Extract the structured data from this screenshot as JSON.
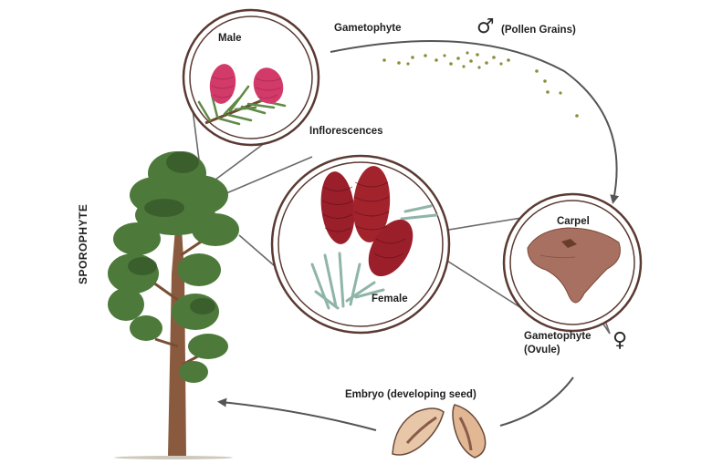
{
  "labels": {
    "male": "Male",
    "female": "Female",
    "inflorescences": "Inflorescences",
    "gametophyte_top": "Gametophyte",
    "pollen": "(Pollen Grains)",
    "carpel": "Carpel",
    "gametophyte_ovule_1": "Gametophyte",
    "gametophyte_ovule_2": "(Ovule)",
    "embryo": "Embryo (developing seed)",
    "sporophyte": "SPOROPHYTE"
  },
  "symbols": {
    "male": "♂",
    "female": "♀"
  },
  "colors": {
    "ring": "#5a3a32",
    "arrow": "#555555",
    "pollen": "#8d8d3a",
    "male_cone": "#d23a6a",
    "female_cone": "#9a1f2a",
    "foliage": "#4d7a3a",
    "trunk": "#8a5a3e",
    "carpel": "#a87060"
  },
  "icons": [
    "male-symbol-icon",
    "female-symbol-icon"
  ]
}
